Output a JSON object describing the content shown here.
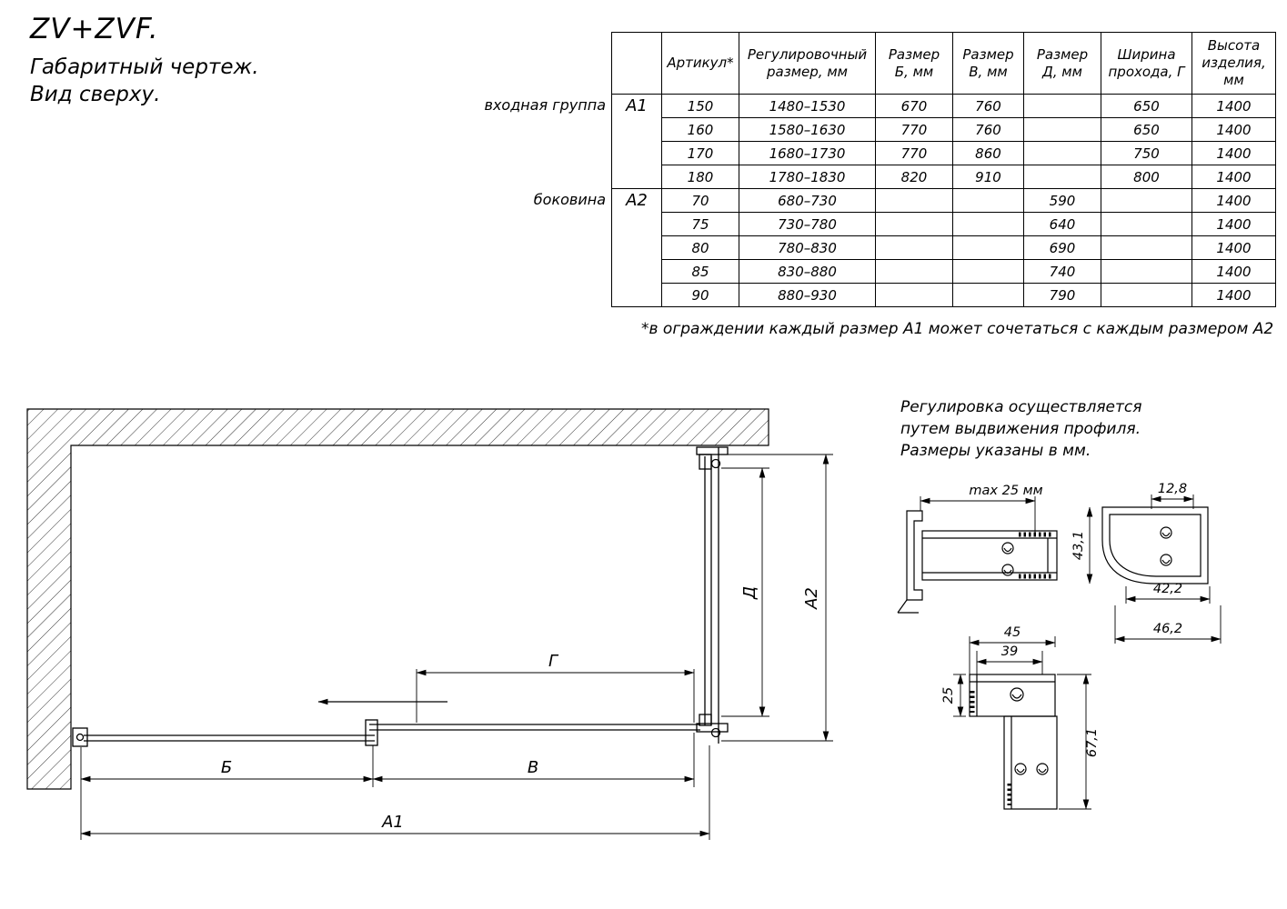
{
  "title": {
    "line1": "ZV+ZVF.",
    "line2": "Габаритный чертеж.",
    "line3": "Вид сверху."
  },
  "table": {
    "headers": [
      [
        "Артикул*"
      ],
      [
        "Регулировочный",
        "размер, мм"
      ],
      [
        "Размер",
        "Б, мм"
      ],
      [
        "Размер",
        "В, мм"
      ],
      [
        "Размер",
        "Д, мм"
      ],
      [
        "Ширина",
        "прохода, Г"
      ],
      [
        "Высота",
        "изделия,",
        "мм"
      ]
    ],
    "groups": [
      {
        "label": "входная группа",
        "code": "А1",
        "rows": [
          [
            "150",
            "1480–1530",
            "670",
            "760",
            "",
            "650",
            "1400"
          ],
          [
            "160",
            "1580–1630",
            "770",
            "760",
            "",
            "650",
            "1400"
          ],
          [
            "170",
            "1680–1730",
            "770",
            "860",
            "",
            "750",
            "1400"
          ],
          [
            "180",
            "1780–1830",
            "820",
            "910",
            "",
            "800",
            "1400"
          ]
        ]
      },
      {
        "label": "боковина",
        "code": "А2",
        "rows": [
          [
            "70",
            "680–730",
            "",
            "",
            "590",
            "",
            "1400"
          ],
          [
            "75",
            "730–780",
            "",
            "",
            "640",
            "",
            "1400"
          ],
          [
            "80",
            "780–830",
            "",
            "",
            "690",
            "",
            "1400"
          ],
          [
            "85",
            "830–880",
            "",
            "",
            "740",
            "",
            "1400"
          ],
          [
            "90",
            "880–930",
            "",
            "",
            "790",
            "",
            "1400"
          ]
        ]
      }
    ],
    "footnote": "*в ограждении каждый размер А1 может сочетаться с каждым размером А2"
  },
  "note": {
    "line1": "Регулировка осуществляется",
    "line2": "путем выдвижения профиля.",
    "line3": "Размеры указаны в мм."
  },
  "dims": {
    "a1": "А1",
    "a2": "А2",
    "b": "Б",
    "v": "В",
    "g": "Г",
    "d": "Д"
  },
  "details": {
    "max25": "max 25 мм",
    "w128": "12,8",
    "h431": "43,1",
    "w422": "42,2",
    "w462": "46,2",
    "w45": "45",
    "w39": "39",
    "h25": "25",
    "h671": "67,1"
  }
}
